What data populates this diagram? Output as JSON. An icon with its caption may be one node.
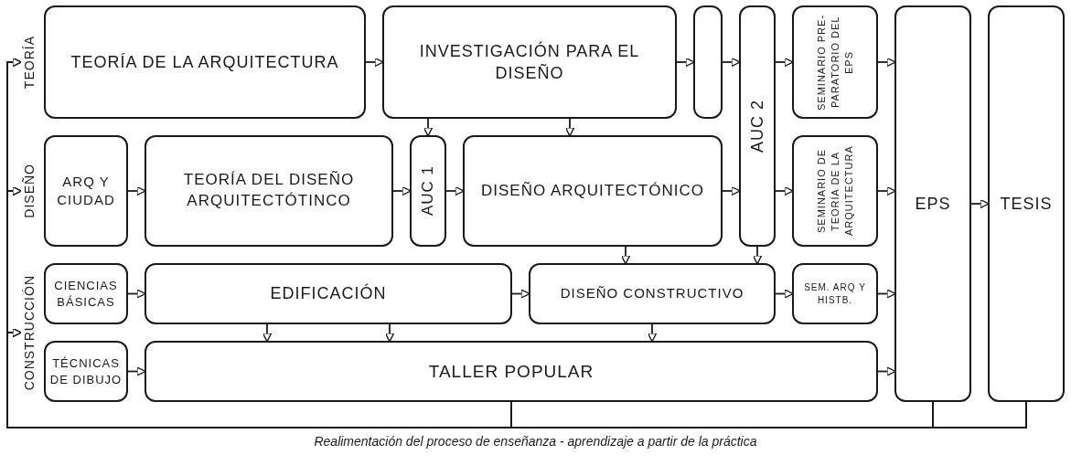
{
  "diagram": {
    "nodes": [
      {
        "text": [
          "TEORÍA"
        ]
      },
      {
        "text": [
          "TEORÍA DE LA ARQUITECTURA"
        ]
      },
      {
        "text": [
          "INVESTIGACIÓN PARA EL DISEÑO"
        ]
      },
      {
        "text": [],
        "shape": "box"
      },
      {
        "text": [
          "AUC 2"
        ]
      },
      {
        "text": [
          "SEMINARIO PRE- PARATORIO DEL EPS"
        ]
      },
      {
        "text": [
          "EPS"
        ]
      },
      {
        "text": [
          "TESIS"
        ]
      },
      {
        "text": [
          "DISEÑO"
        ]
      },
      {
        "text": [
          "ARQ Y CIUDAD"
        ]
      },
      {
        "text": [
          "TEORÍA DEL DISEÑO ARQUITECTÓTINCO"
        ]
      },
      {
        "text": [
          "AUC 1"
        ]
      },
      {
        "text": [
          "DISEÑO ARQUITECTÓNICO"
        ]
      },
      {
        "text": [
          "SEMINARIO DE TEORÍA DE LA ARQUITECTURA"
        ]
      },
      {
        "text": [
          "CONSTRUCCIÓN"
        ]
      },
      {
        "text": [
          "CIENCIAS BÁSICAS"
        ]
      },
      {
        "text": [
          "EDIFICACIÓN"
        ]
      },
      {
        "text": [
          "DISEÑO CONSTRUCTIVO"
        ]
      },
      {
        "text": [
          "SEM. ARQ Y HISTB."
        ]
      },
      {
        "text": [
          "TÉCNICAS DE DIBUJO"
        ]
      },
      {
        "text": [
          "TALLER POPULAR"
        ]
      }
    ],
    "edges": [
      {
        "from": 1,
        "to": 2,
        "arrow": "to"
      },
      {
        "from": 2,
        "to": 3,
        "arrow": "to"
      },
      {
        "from": 3,
        "to": 4,
        "arrow": "to"
      },
      {
        "from": 4,
        "to": 5,
        "arrow": "to"
      },
      {
        "from": 5,
        "to": 6,
        "arrow": "to"
      },
      {
        "from": 6,
        "to": 7,
        "arrow": "to"
      },
      {
        "from": 9,
        "to": 10,
        "arrow": "to"
      },
      {
        "from": 10,
        "to": 11,
        "arrow": "to"
      },
      {
        "from": 11,
        "to": 12,
        "arrow": "to"
      },
      {
        "from": 12,
        "to": 4,
        "arrow": "to"
      },
      {
        "from": 4,
        "to": 13,
        "arrow": "to"
      },
      {
        "from": 13,
        "to": 6,
        "arrow": "to"
      },
      {
        "from": 2,
        "to": 11,
        "arrow": "to"
      },
      {
        "from": 2,
        "to": 12,
        "arrow": "to"
      },
      {
        "from": 15,
        "to": 16,
        "arrow": "to"
      },
      {
        "from": 16,
        "to": 17,
        "arrow": "to"
      },
      {
        "from": 17,
        "to": 18,
        "arrow": "to"
      },
      {
        "from": 18,
        "to": 6,
        "arrow": "to"
      },
      {
        "from": 12,
        "to": 17,
        "arrow": "to"
      },
      {
        "from": 4,
        "to": 17,
        "arrow": "to"
      },
      {
        "from": 16,
        "to": 20,
        "arrow": "to"
      },
      {
        "from": 16,
        "to": 20,
        "arrow": "to"
      },
      {
        "from": 17,
        "to": 20,
        "arrow": "to"
      },
      {
        "from": 19,
        "to": 20,
        "arrow": "to"
      },
      {
        "from": 20,
        "to": 6,
        "arrow": "to"
      },
      {
        "from": 20,
        "to": 0,
        "arrow": "to"
      },
      {
        "from": 20,
        "to": 8,
        "arrow": "to"
      },
      {
        "from": 20,
        "to": 14,
        "arrow": "to"
      },
      {
        "from": 6,
        "to": 0,
        "arrow": "to"
      },
      {
        "from": 6,
        "to": 8,
        "arrow": "to"
      },
      {
        "from": 6,
        "to": 14,
        "arrow": "to"
      },
      {
        "from": 7,
        "to": 0,
        "arrow": "to"
      },
      {
        "from": 7,
        "to": 8,
        "arrow": "to"
      },
      {
        "from": 7,
        "to": 14,
        "arrow": "to"
      }
    ],
    "labels": [
      "Realimentación del proceso de enseñanza - aprendizaje a partir de la práctica"
    ]
  }
}
